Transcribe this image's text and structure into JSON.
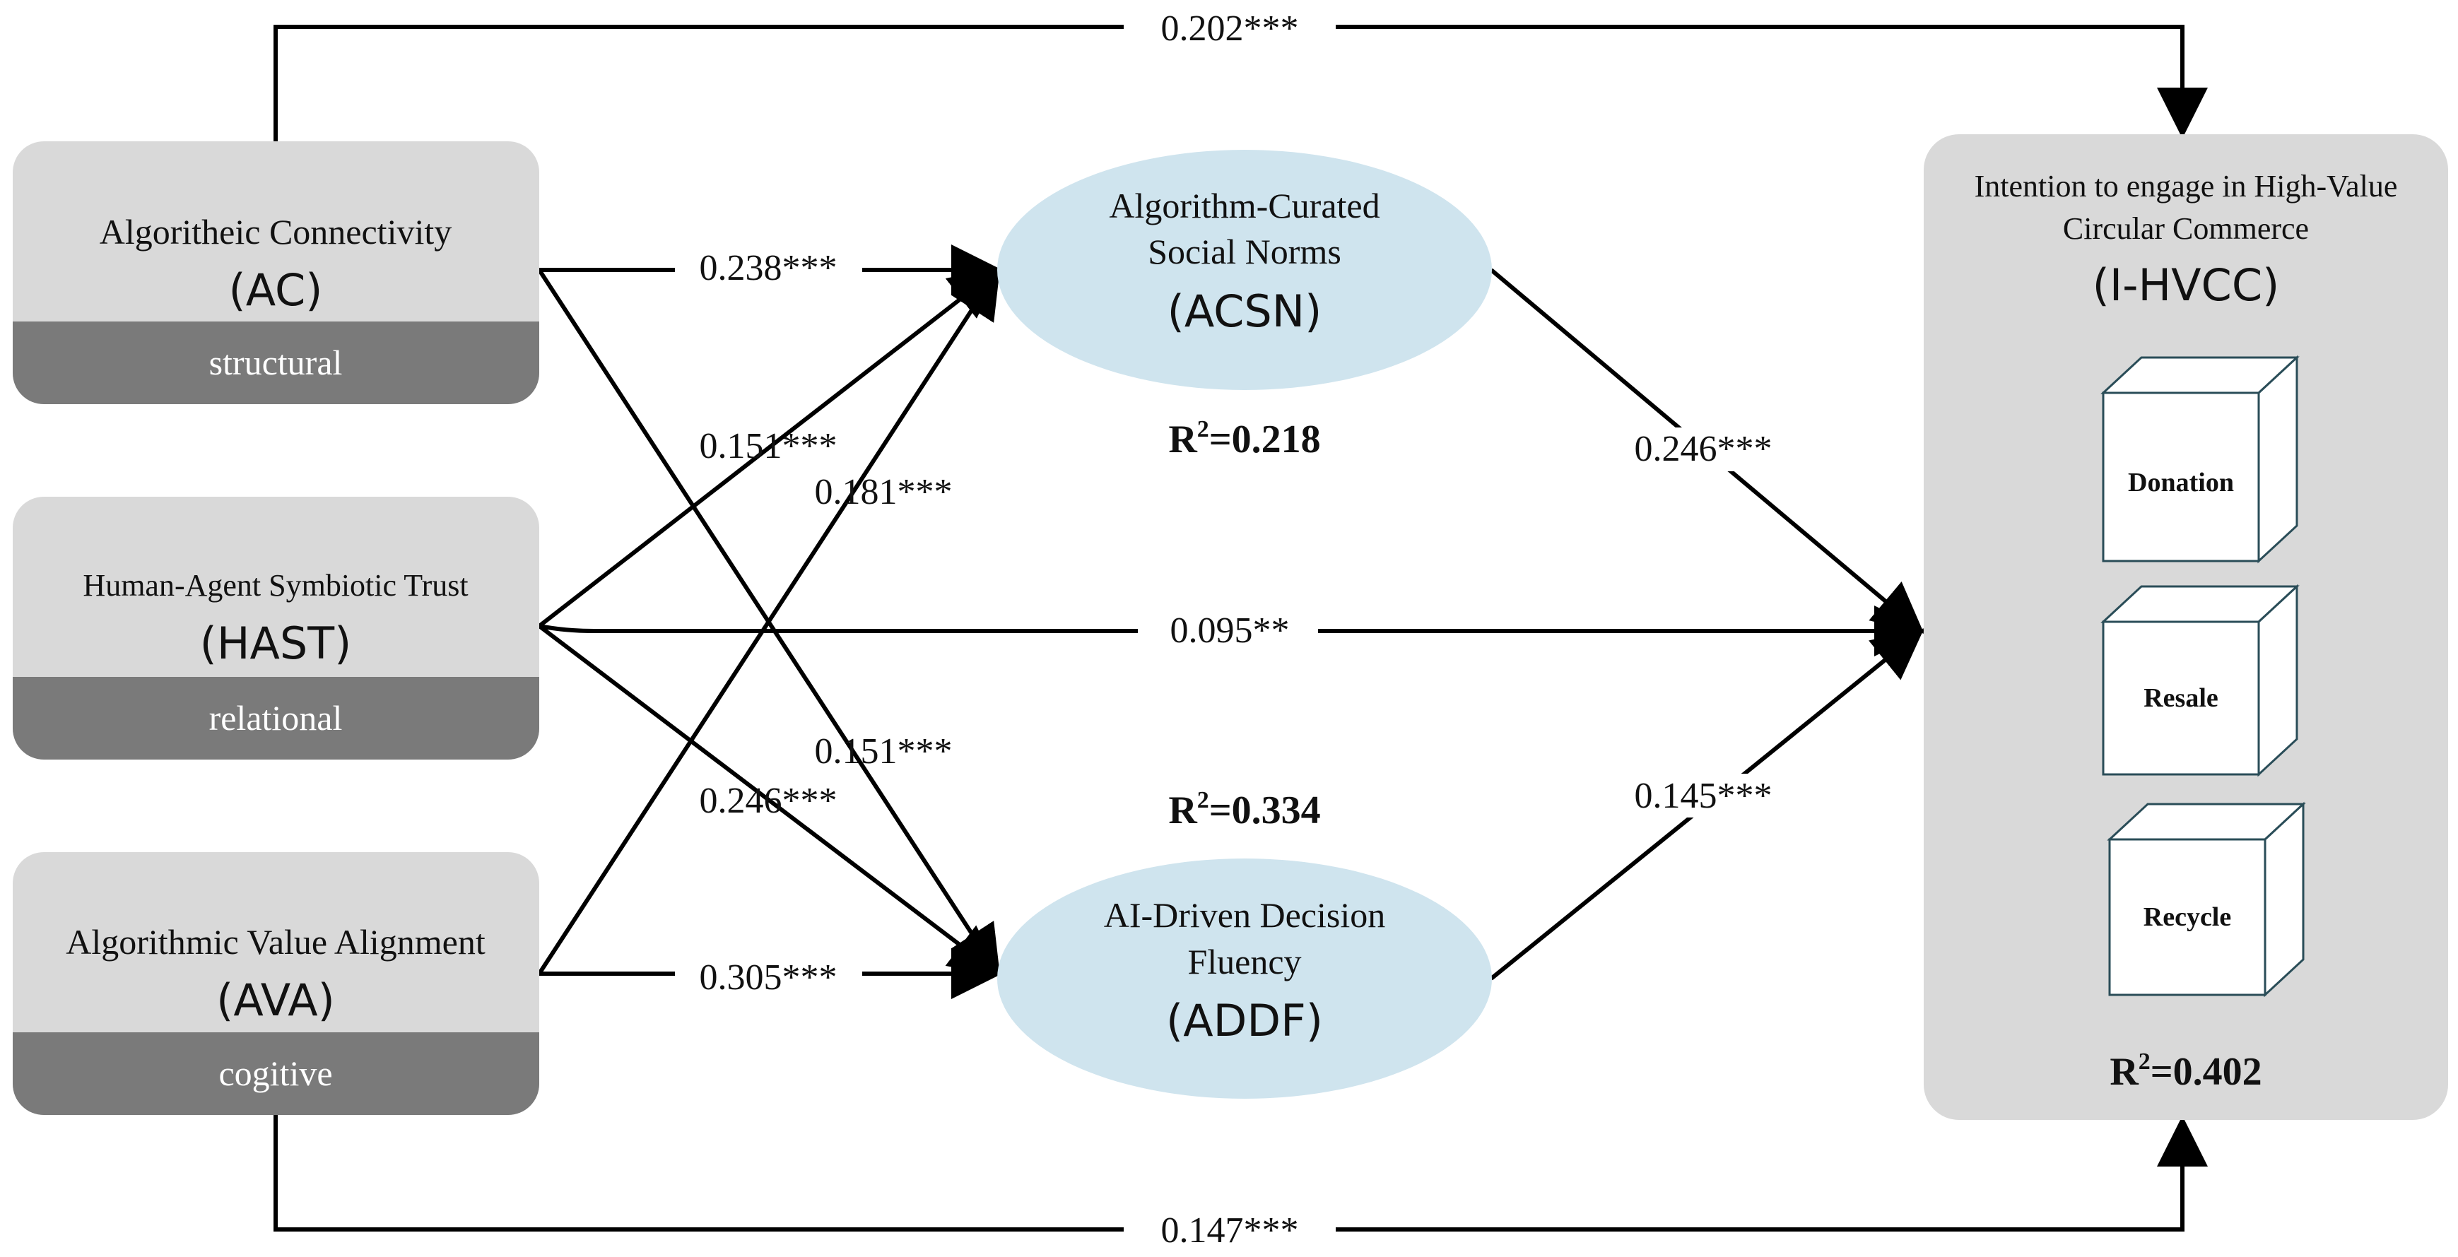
{
  "constructs": {
    "ac": {
      "name": "Algoritheic Connectivity",
      "abbr": "(AC)",
      "category": "structural"
    },
    "hast": {
      "name": "Human-Agent Symbiotic Trust",
      "abbr": "(HAST)",
      "category": "relational"
    },
    "ava": {
      "name": "Algorithmic Value Alignment",
      "abbr": "(AVA)",
      "category": "cogitive"
    }
  },
  "mediators": {
    "acsn": {
      "line1": "Algorithm-Curated",
      "line2": "Social Norms",
      "abbr": "(ACSN)",
      "r2_prefix": "R",
      "r2_sup": "2",
      "r2_value": "=0.218"
    },
    "addf": {
      "line1": "AI-Driven Decision",
      "line2": "Fluency",
      "abbr": "(ADDF)",
      "r2_prefix": "R",
      "r2_sup": "2",
      "r2_value": "=0.334"
    }
  },
  "outcome": {
    "line1": "Intention to engage in High-Value",
    "line2": "Circular Commerce",
    "abbr": "(I-HVCC)",
    "items": [
      "Donation",
      "Resale",
      "Recycle"
    ],
    "r2_prefix": "R",
    "r2_sup": "2",
    "r2_value": "=0.402"
  },
  "paths": {
    "ac_ivcc": "0.202***",
    "ac_acsn": "0.238***",
    "hast_acsn": "0.151***",
    "ava_acsn": "0.181***",
    "hast_ivcc": "0.095**",
    "ac_addf": "0.151***",
    "hast_addf": "0.246***",
    "ava_addf": "0.305***",
    "acsn_ivcc": "0.246***",
    "addf_ivcc": "0.145***",
    "ava_ivcc": "0.147***"
  },
  "colors": {
    "box_fill": "#d9d9d9",
    "band_fill": "#7a7a7a",
    "ellipse_fill": "#cfe4ee",
    "dv_fill": "#d9d9d9",
    "line": "#000000"
  }
}
